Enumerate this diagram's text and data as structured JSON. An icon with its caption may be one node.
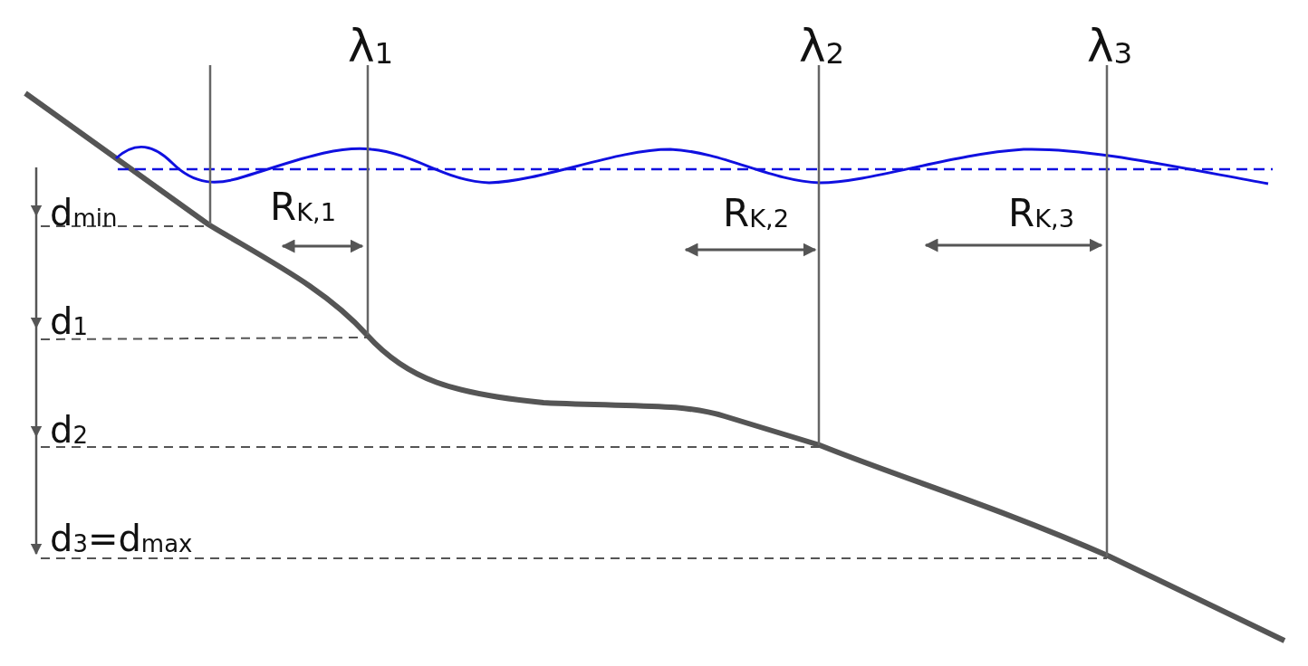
{
  "diagram": {
    "labels": [
      "λ$_{1}$",
      "λ$_{2}$",
      "λ$_{3}$",
      "d$_{min}$",
      "R$_{K,1}$",
      "R$_{K,2}$",
      "R$_{K,3}$",
      "d$_{1}$",
      "d$_{2}$",
      "d$_{3}$=d$_{max}$"
    ]
  }
}
